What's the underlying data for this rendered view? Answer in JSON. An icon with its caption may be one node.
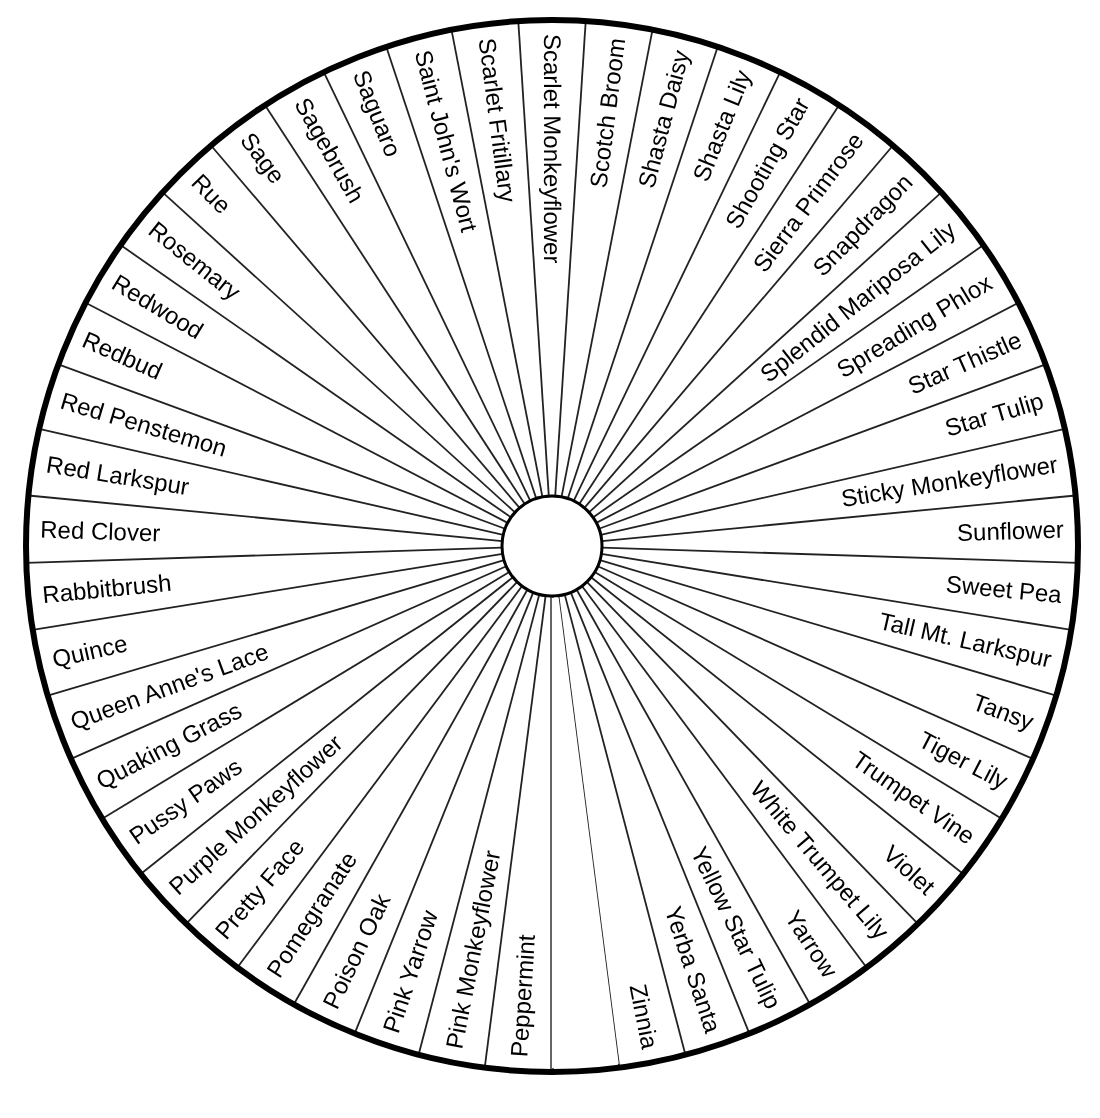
{
  "diagram": {
    "nodes": [
      {
        "text": [
          "Peppermint"
        ]
      },
      {
        "text": [
          "Pink Monkeyflower"
        ]
      },
      {
        "text": [
          "Pink Yarrow"
        ]
      },
      {
        "text": [
          "Poison Oak"
        ]
      },
      {
        "text": [
          "Pomegranate"
        ]
      },
      {
        "text": [
          "Pretty Face"
        ]
      },
      {
        "text": [
          "Purple Monkeyflower"
        ]
      },
      {
        "text": [
          "Pussy Paws"
        ]
      },
      {
        "text": [
          "Quaking Grass"
        ]
      },
      {
        "text": [
          "Queen Anne's Lace"
        ]
      },
      {
        "text": [
          "Quince"
        ]
      },
      {
        "text": [
          "Rabbitbrush"
        ]
      },
      {
        "text": [
          "Red Clover"
        ]
      },
      {
        "text": [
          "Red Larkspur"
        ]
      },
      {
        "text": [
          "Red Penstemon"
        ]
      },
      {
        "text": [
          "Redbud"
        ]
      },
      {
        "text": [
          "Redwood"
        ]
      },
      {
        "text": [
          "Rosemary"
        ]
      },
      {
        "text": [
          "Rue"
        ]
      },
      {
        "text": [
          "Sage"
        ]
      },
      {
        "text": [
          "Sagebrush"
        ]
      },
      {
        "text": [
          "Saguaro"
        ]
      },
      {
        "text": [
          "Saint John's Wort"
        ]
      },
      {
        "text": [
          "Scarlet Fritillary"
        ]
      },
      {
        "text": [
          "Scarlet Monkeyflower"
        ]
      },
      {
        "text": [
          "Scotch Broom"
        ]
      },
      {
        "text": [
          "Shasta Daisy"
        ]
      },
      {
        "text": [
          "Shasta Lily"
        ]
      },
      {
        "text": [
          "Shooting Star"
        ]
      },
      {
        "text": [
          "Sierra Primrose"
        ]
      },
      {
        "text": [
          "Snapdragon"
        ]
      },
      {
        "text": [
          "Splendid Mariposa Lily"
        ]
      },
      {
        "text": [
          "Spreading Phlox"
        ]
      },
      {
        "text": [
          "Star Thistle"
        ]
      },
      {
        "text": [
          "Star Tulip"
        ]
      },
      {
        "text": [
          "Sticky Monkeyflower"
        ]
      },
      {
        "text": [
          "Sunflower"
        ]
      },
      {
        "text": [
          "Sweet Pea"
        ]
      },
      {
        "text": [
          "Tall Mt. Larkspur"
        ]
      },
      {
        "text": [
          "Tansy"
        ]
      },
      {
        "text": [
          "Tiger Lily"
        ]
      },
      {
        "text": [
          "Trumpet Vine"
        ]
      },
      {
        "text": [
          "Violet"
        ]
      },
      {
        "text": [
          "White Trumpet Lily"
        ]
      },
      {
        "text": [
          "Yarrow"
        ]
      },
      {
        "text": [
          "Yellow Star Tulip"
        ]
      },
      {
        "text": [
          "Yerba Santa"
        ]
      },
      {
        "text": [
          "Zinnia"
        ]
      },
      {
        "text": [],
        "shape": "wedge"
      }
    ]
  }
}
